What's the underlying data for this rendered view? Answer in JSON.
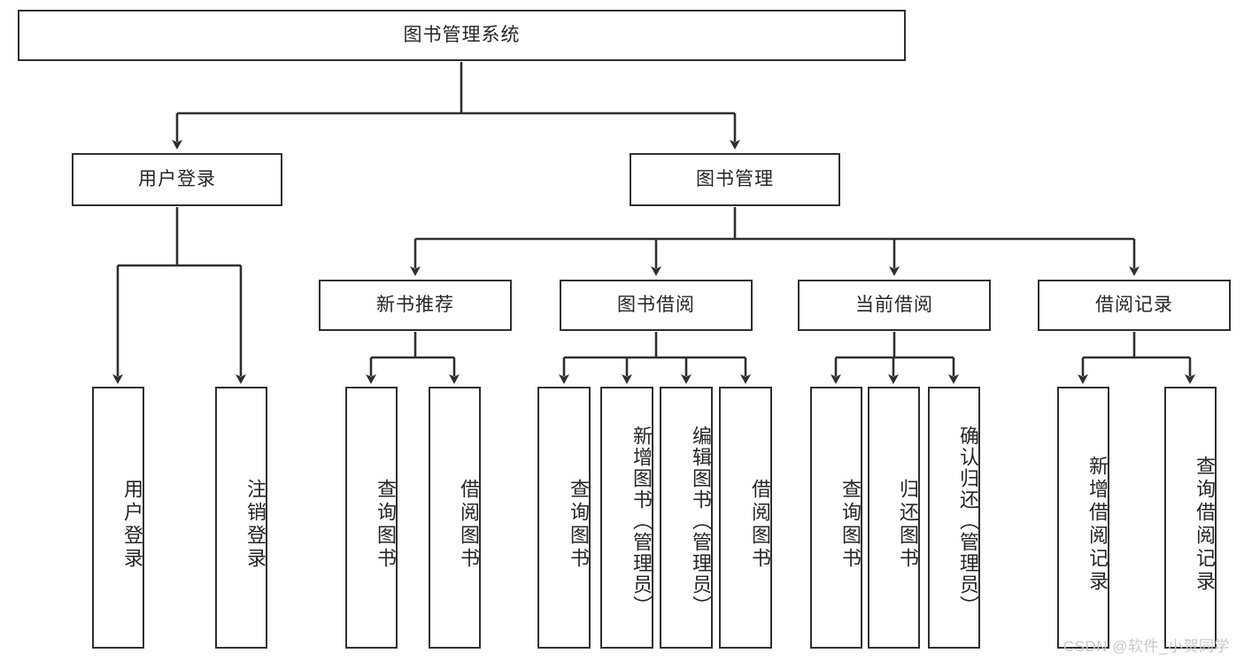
{
  "diagram": {
    "type": "tree",
    "title": "图书管理系统",
    "orientation": "top-down",
    "levels": 4,
    "colors": {
      "stroke": "#2f2f2f",
      "fill": "#ffffff",
      "text": "#262626",
      "watermark": "#c9c9c9"
    },
    "root": {
      "label": "图书管理系统"
    },
    "level2": [
      {
        "label": "用户登录"
      },
      {
        "label": "图书管理"
      }
    ],
    "level3": [
      {
        "label": "新书推荐"
      },
      {
        "label": "图书借阅"
      },
      {
        "label": "当前借阅"
      },
      {
        "label": "借阅记录"
      }
    ],
    "leaves": {
      "user_login": [
        {
          "label": "用户登录"
        },
        {
          "label": "注销登录"
        }
      ],
      "new_book": [
        {
          "label": "查询图书"
        },
        {
          "label": "借阅图书"
        }
      ],
      "book_borrow": [
        {
          "label": "查询图书"
        },
        {
          "label": "新增图书（管理员）"
        },
        {
          "label": "编辑图书（管理员）"
        },
        {
          "label": "借阅图书"
        }
      ],
      "current_borrow": [
        {
          "label": "查询图书"
        },
        {
          "label": "归还图书"
        },
        {
          "label": "确认归还（管理员）"
        }
      ],
      "borrow_record": [
        {
          "label": "新增借阅记录"
        },
        {
          "label": "查询借阅记录"
        }
      ]
    }
  },
  "watermark": {
    "text": "CSDN @软件_小贺同学"
  }
}
